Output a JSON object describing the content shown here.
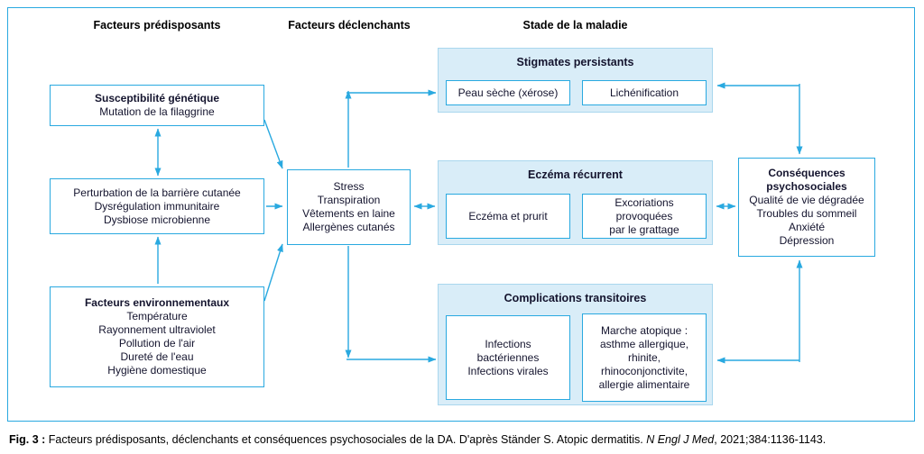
{
  "figure": {
    "column_headers": [
      {
        "label": "Facteurs prédisposants"
      },
      {
        "label": "Facteurs déclenchants"
      },
      {
        "label": "Stade de la maladie"
      }
    ],
    "boxes": {
      "genetic": {
        "title": "Susceptibilité génétique",
        "lines": [
          "Mutation de la filaggrine"
        ]
      },
      "barrier": {
        "lines": [
          "Perturbation de la barrière cutanée",
          "Dysrégulation immunitaire",
          "Dysbiose microbienne"
        ]
      },
      "environment": {
        "title": "Facteurs environnementaux",
        "lines": [
          "Température",
          "Rayonnement ultraviolet",
          "Pollution de l'air",
          "Dureté de l'eau",
          "Hygiène domestique"
        ]
      },
      "triggers": {
        "lines": [
          "Stress",
          "Transpiration",
          "Vêtements en laine",
          "Allergènes cutanés"
        ]
      },
      "consequences": {
        "title": "Conséquences psychosociales",
        "lines": [
          "Qualité de vie dégradée",
          "Troubles du sommeil",
          "Anxiété",
          "Dépression"
        ]
      }
    },
    "panels": [
      {
        "title": "Stigmates persistants",
        "items": [
          {
            "lines": [
              "Peau sèche (xérose)"
            ]
          },
          {
            "lines": [
              "Lichénification"
            ]
          }
        ]
      },
      {
        "title": "Eczéma récurrent",
        "items": [
          {
            "lines": [
              "Eczéma et prurit"
            ]
          },
          {
            "lines": [
              "Excoriations",
              "provoquées",
              "par le grattage"
            ]
          }
        ]
      },
      {
        "title": "Complications transitoires",
        "items": [
          {
            "lines": [
              "Infections",
              "bactériennes",
              "Infections virales"
            ]
          },
          {
            "lines": [
              "Marche atopique :",
              "asthme allergique,",
              "rhinite,",
              "rhinoconjonctivite,",
              "allergie alimentaire"
            ]
          }
        ]
      }
    ],
    "colors": {
      "accent": "#29a9e0",
      "panel_bg": "#d9edf8",
      "text": "#14142e"
    }
  },
  "caption": {
    "fig_label": "Fig. 3 :",
    "text": " Facteurs prédisposants, déclenchants et conséquences psychosociales de la DA. D'après Ständer S. Atopic dermatitis. ",
    "journal": "N Engl J Med",
    "ref": ", 2021;384:1136-1143."
  }
}
